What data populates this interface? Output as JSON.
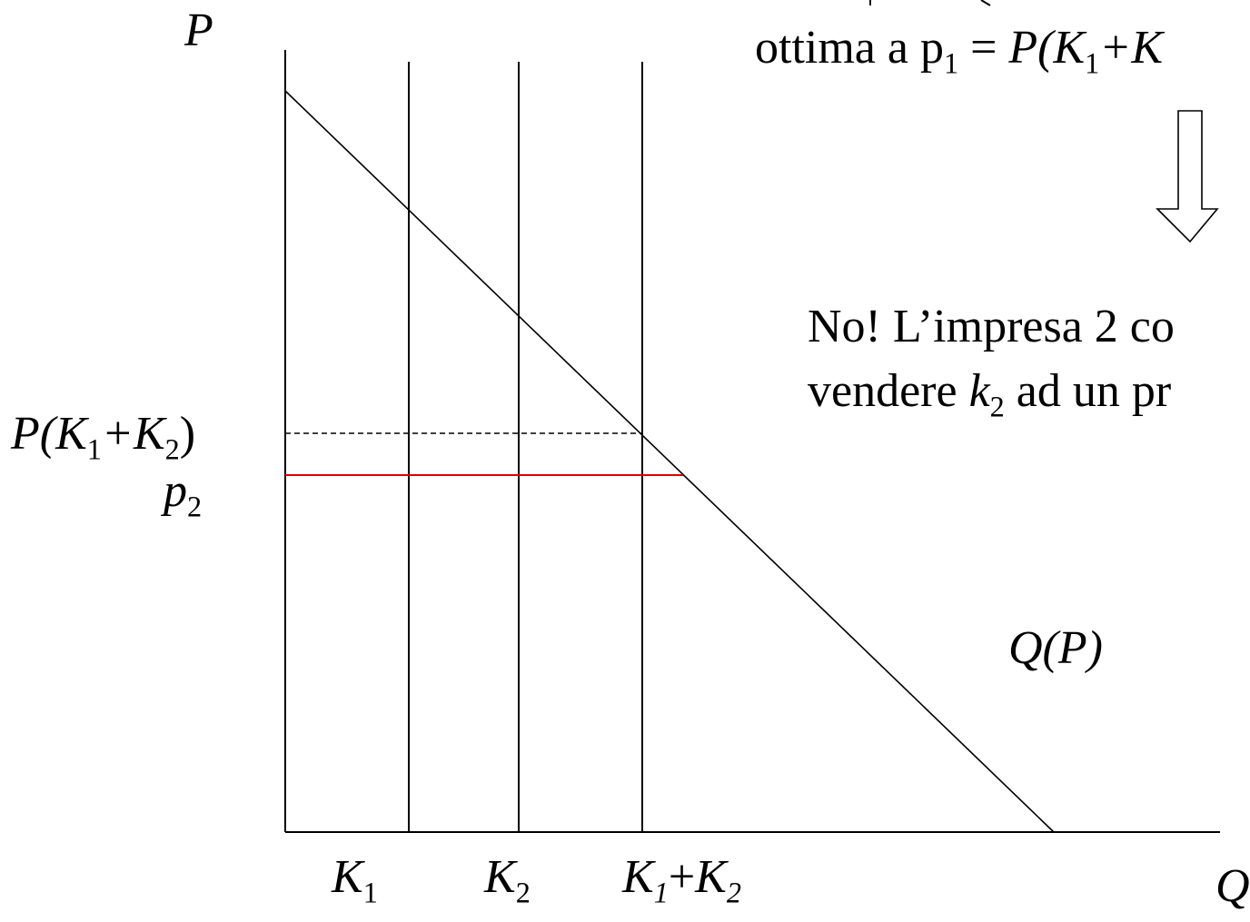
{
  "diagram": {
    "y_axis_label": "P",
    "x_axis_label": "Q",
    "demand_curve_label": "Q(P)",
    "price_labels": {
      "capacity_price": {
        "main": "P(K",
        "sub1": "1",
        "mid": "+K",
        "sub2": "2",
        "end": ")"
      },
      "p2": {
        "main": "p",
        "sub": "2"
      }
    },
    "quantity_labels": {
      "k1": {
        "main": "K",
        "sub": "1"
      },
      "k2": {
        "main": "K",
        "sub": "2"
      },
      "k1k2": {
        "a": "K",
        "sub1": "1",
        "plus": "+",
        "b": "K",
        "sub2": "2"
      }
    },
    "top_text": {
      "line2_prefix": "ottima a p",
      "line2_sub1": "1",
      "line2_mid": " = ",
      "line2_func": "P(K",
      "line2_sub2": "1",
      "line2_end": "+K"
    },
    "right_text": {
      "line1": "No! L’impresa 2 co",
      "line2_prefix": "vendere ",
      "line2_var": "k",
      "line2_sub": "2",
      "line2_suffix": " ad un pr"
    },
    "colors": {
      "axis": "#000000",
      "p2_line": "#e00000",
      "dashed": "#000000"
    }
  }
}
